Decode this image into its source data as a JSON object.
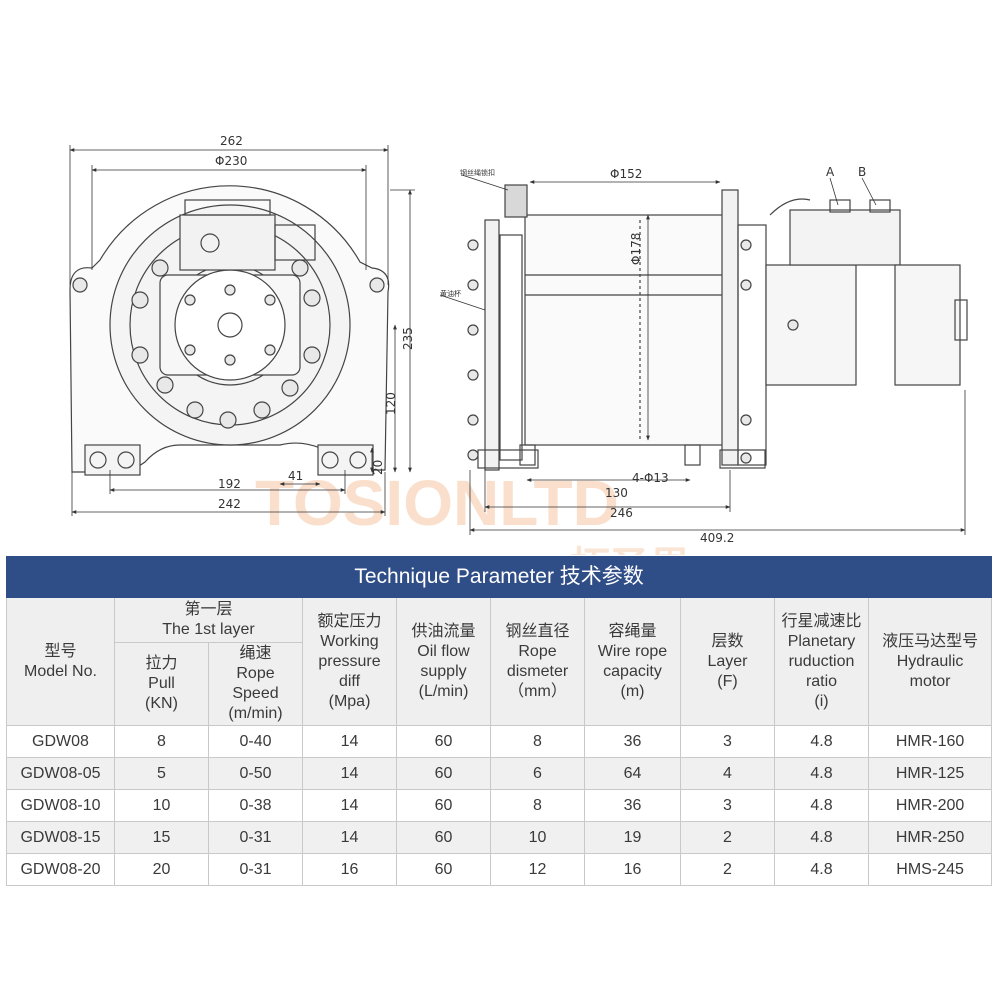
{
  "drawing": {
    "left_view": {
      "width_overall": "262",
      "bolt_circle": "Φ230",
      "height": "235",
      "center_height": "120",
      "base_height": "20",
      "offset": "41",
      "hole_span": "192",
      "base_width": "242"
    },
    "right_view": {
      "drum_dia": "Φ152",
      "inner_dia": "Φ178",
      "rope_clamp_label": "钢丝绳锁扣",
      "oil_cup_label": "黄油杯",
      "port_a": "A",
      "port_b": "B",
      "hole_spacing": "130",
      "holes": "4-Φ13",
      "frame_length": "246",
      "total_length": "409.2"
    },
    "watermark": {
      "brand": "TOSIONLTD",
      "brand_cn": "拓圣恩"
    }
  },
  "table": {
    "title": "Technique Parameter 技术参数",
    "headers": {
      "model_cn": "型号",
      "model_en": "Model No.",
      "layer1_cn": "第一层",
      "layer1_en": "The 1st layer",
      "pull_cn": "拉力",
      "pull_en": "Pull",
      "pull_unit": "(KN)",
      "speed_cn": "绳速",
      "speed_en1": "Rope",
      "speed_en2": "Speed",
      "speed_unit": "(m/min)",
      "pressure_cn": "额定压力",
      "pressure_en1": "Working",
      "pressure_en2": "pressure",
      "pressure_en3": "diff",
      "pressure_unit": "(Mpa)",
      "flow_cn": "供油流量",
      "flow_en1": "Oil flow",
      "flow_en2": "supply",
      "flow_unit": "(L/min)",
      "rope_cn": "钢丝直径",
      "rope_en1": "Rope",
      "rope_en2": "dismeter",
      "rope_unit": "（mm）",
      "cap_cn": "容绳量",
      "cap_en1": "Wire rope",
      "cap_en2": "capacity",
      "cap_unit": "(m)",
      "layer_cn": "层数",
      "layer_en": "Layer",
      "layer_unit": "(F)",
      "ratio_cn": "行星减速比",
      "ratio_en1": "Planetary",
      "ratio_en2": "ruduction",
      "ratio_en3": "ratio",
      "ratio_unit": "(i)",
      "motor_cn": "液压马达型号",
      "motor_en1": "Hydraulic",
      "motor_en2": "motor"
    },
    "rows": [
      {
        "model": "GDW08",
        "pull": "8",
        "speed": "0-40",
        "pressure": "14",
        "flow": "60",
        "rope": "8",
        "capacity": "36",
        "layer": "3",
        "ratio": "4.8",
        "motor": "HMR-160"
      },
      {
        "model": "GDW08-05",
        "pull": "5",
        "speed": "0-50",
        "pressure": "14",
        "flow": "60",
        "rope": "6",
        "capacity": "64",
        "layer": "4",
        "ratio": "4.8",
        "motor": "HMR-125"
      },
      {
        "model": "GDW08-10",
        "pull": "10",
        "speed": "0-38",
        "pressure": "14",
        "flow": "60",
        "rope": "8",
        "capacity": "36",
        "layer": "3",
        "ratio": "4.8",
        "motor": "HMR-200"
      },
      {
        "model": "GDW08-15",
        "pull": "15",
        "speed": "0-31",
        "pressure": "14",
        "flow": "60",
        "rope": "10",
        "capacity": "19",
        "layer": "2",
        "ratio": "4.8",
        "motor": "HMR-250"
      },
      {
        "model": "GDW08-20",
        "pull": "20",
        "speed": "0-31",
        "pressure": "16",
        "flow": "60",
        "rope": "12",
        "capacity": "16",
        "layer": "2",
        "ratio": "4.8",
        "motor": "HMS-245"
      }
    ]
  }
}
